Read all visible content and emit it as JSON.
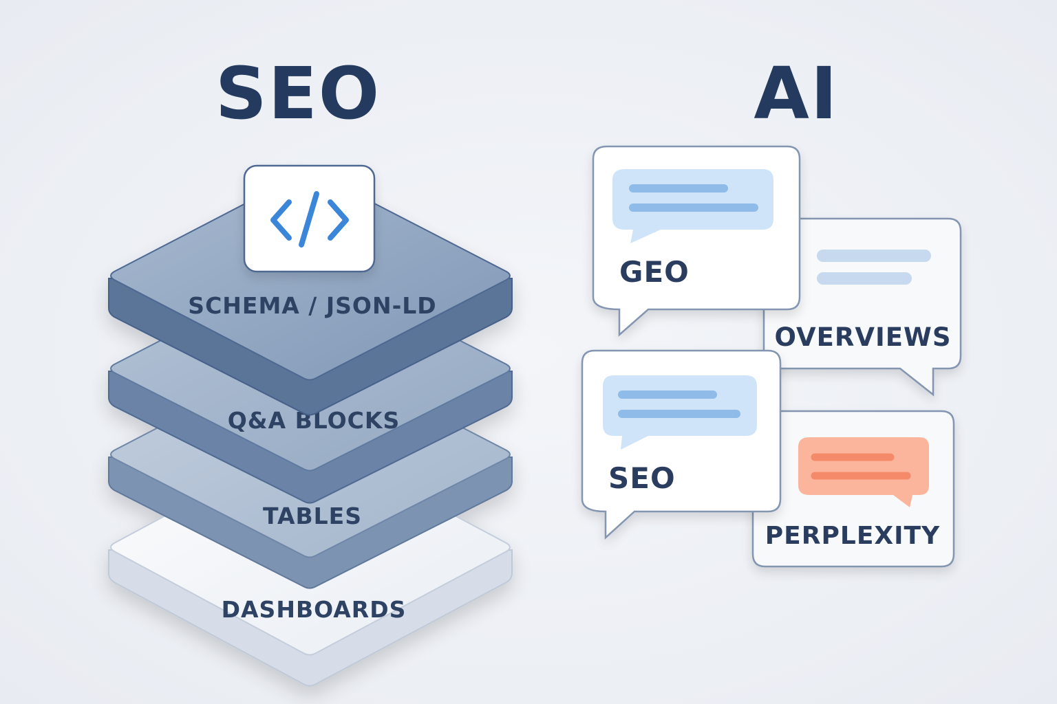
{
  "titles": {
    "left": "SEO",
    "right": "AI"
  },
  "stack": {
    "icon": "code-brackets-icon",
    "layers": [
      {
        "label": "SCHEMA / JSON-LD"
      },
      {
        "label": "Q&A BLOCKS"
      },
      {
        "label": "TABLES"
      },
      {
        "label": "DASHBOARDS"
      }
    ]
  },
  "bubbles": [
    {
      "label": "GEO",
      "icon": "chat-message-icon",
      "accent": "#8fbbe8"
    },
    {
      "label": "OVERVIEWS",
      "icon": "chat-message-icon",
      "accent": "#c7d9ef"
    },
    {
      "label": "SEO",
      "icon": "chat-message-icon",
      "accent": "#8fbbe8"
    },
    {
      "label": "PERPLEXITY",
      "icon": "chat-message-icon",
      "accent": "#f7a48a"
    }
  ],
  "colors": {
    "title": "#243a5e",
    "layer_dark": "#5a7497",
    "layer_mid": "#8aa2c0",
    "layer_light": "#f3f5f9",
    "accent_blue": "#2f7fd6",
    "accent_orange": "#f48a6a"
  }
}
